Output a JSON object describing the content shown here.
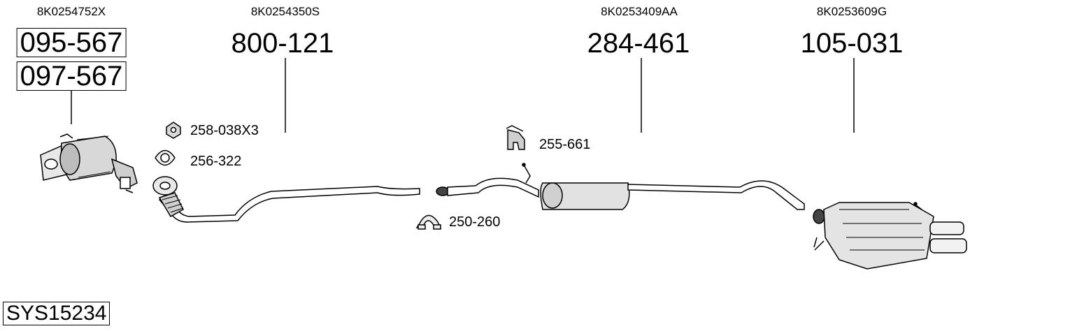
{
  "groups": [
    {
      "oem": "8K0254752X",
      "parts": [
        "095-567",
        "097-567"
      ]
    },
    {
      "oem": "8K0254350S",
      "parts": [
        "800-121"
      ]
    },
    {
      "oem": "8K0253409AA",
      "parts": [
        "284-461"
      ]
    },
    {
      "oem": "8K0253609G",
      "parts": [
        "105-031"
      ]
    }
  ],
  "accessories": [
    {
      "part": "258-038X3",
      "icon": "nut-icon"
    },
    {
      "part": "256-322",
      "icon": "gasket-icon"
    },
    {
      "part": "255-661",
      "icon": "rubber-hanger-icon"
    },
    {
      "part": "250-260",
      "icon": "clamp-icon"
    }
  ],
  "system_code": "SYS15234"
}
